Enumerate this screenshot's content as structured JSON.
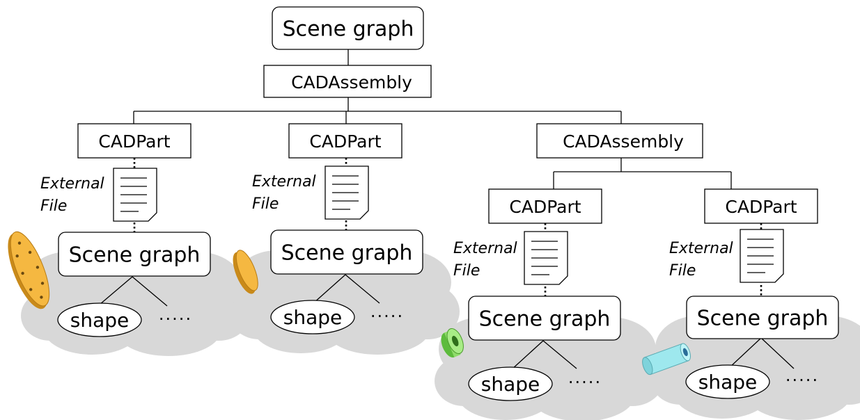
{
  "root_scene_graph": "Scene graph",
  "assembly_top": "CADAssembly",
  "assembly_sub": "CADAssembly",
  "parts": [
    {
      "label": "CADPart",
      "external_label_1": "External",
      "external_label_2": "File",
      "scene_graph": "Scene graph",
      "shape": "shape",
      "more": "·····",
      "icon": "yellow-plate-icon",
      "icon_color": "#f5b841"
    },
    {
      "label": "CADPart",
      "external_label_1": "External",
      "external_label_2": "File",
      "scene_graph": "Scene graph",
      "shape": "shape",
      "more": "·····",
      "icon": "yellow-disk-icon",
      "icon_color": "#f5b841"
    },
    {
      "label": "CADPart",
      "external_label_1": "External",
      "external_label_2": "File",
      "scene_graph": "Scene graph",
      "shape": "shape",
      "more": "·····",
      "icon": "green-ring-icon",
      "icon_color": "#8fdc6a"
    },
    {
      "label": "CADPart",
      "external_label_1": "External",
      "external_label_2": "File",
      "scene_graph": "Scene graph",
      "shape": "shape",
      "more": "·····",
      "icon": "cyan-cylinder-icon",
      "icon_color": "#9ee8ee"
    }
  ]
}
